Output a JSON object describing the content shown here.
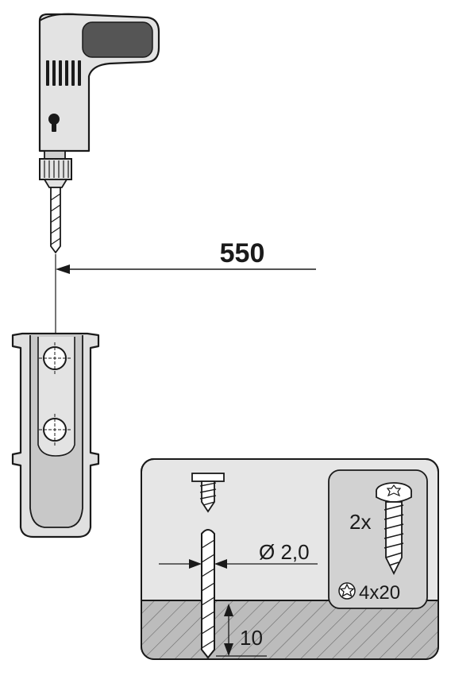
{
  "distance": {
    "value": "550"
  },
  "detail": {
    "drill_diameter": "Ø 2,0",
    "drill_depth": "10"
  },
  "screw": {
    "quantity": "2x",
    "size": "4x20",
    "drive_icon": "torx-star-icon"
  },
  "colors": {
    "outline": "#1a1a1a",
    "tool_body": "#e3e3e3",
    "grip": "#555555",
    "bracket": "#c8c8c8",
    "panel": "#e6e6e6",
    "inset": "#d2d2d2",
    "wall": "#bcbcbc"
  }
}
